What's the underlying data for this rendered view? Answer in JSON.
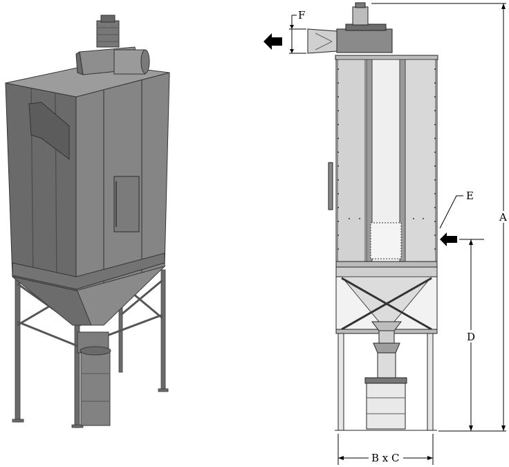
{
  "figure": {
    "left_view": {
      "name": "3d-rendering"
    },
    "right_view": {
      "name": "dimensioned-front-elevation"
    },
    "labels": {
      "A": "A",
      "B_x_C": "B x C",
      "D": "D",
      "E": "E",
      "F": "F"
    },
    "colors": {
      "steel_dark": "#5a5a5a",
      "steel_mid": "#7a7a7a",
      "steel_light": "#a8a8a8",
      "line": "#000000",
      "arrow": "#000000"
    }
  }
}
